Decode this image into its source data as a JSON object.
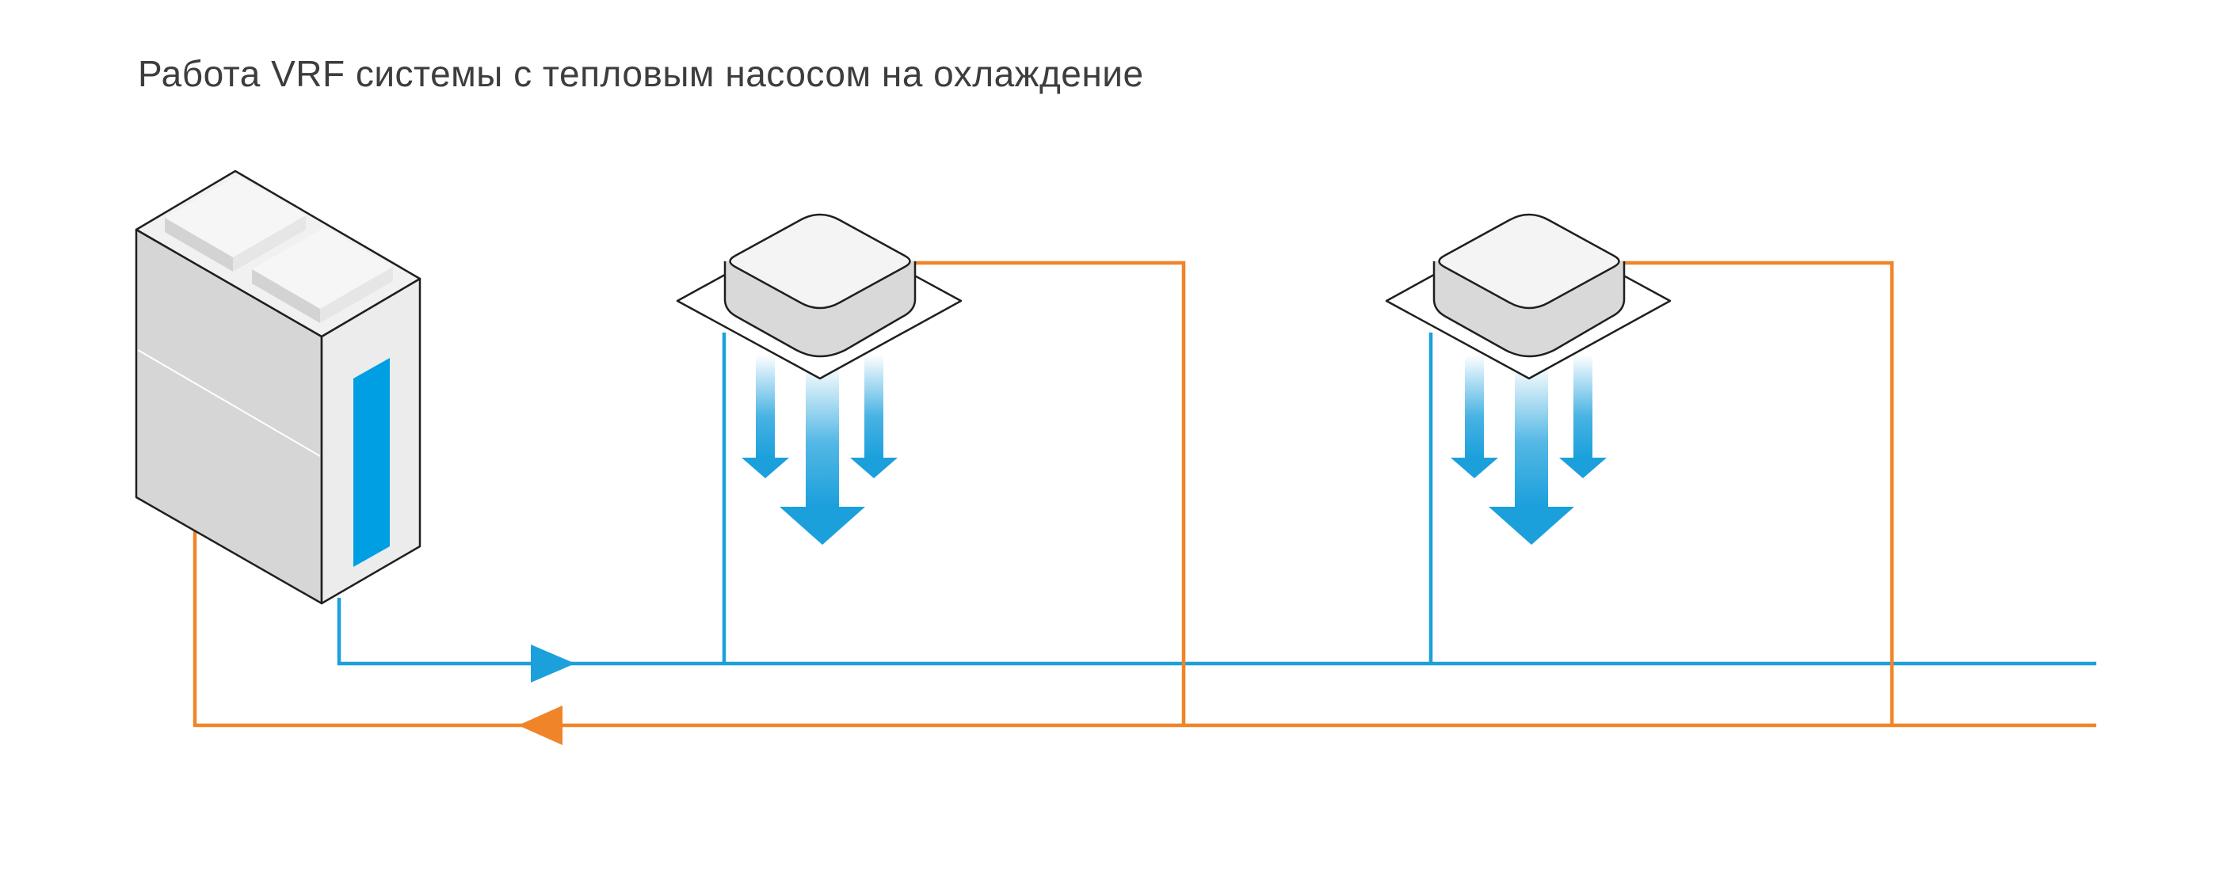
{
  "title": "Работа VRF системы с тепловым насосом на охлаждение",
  "colors": {
    "liquid_line": "#1ba0dc",
    "gas_line": "#f08428",
    "indoor_body": "#f4f4f4",
    "indoor_shade": "#d8d8d8",
    "outdoor_body": "#dcdcdc",
    "outdoor_panel": "#009fe3",
    "cold_air": "#1ba0dc"
  },
  "components": {
    "outdoor_unit": {
      "icon": "vrf-outdoor-unit-icon",
      "count": 1
    },
    "indoor_units": {
      "icon": "cassette-indoor-unit-icon",
      "count": 2
    },
    "airflow": {
      "icon": "cold-air-arrows-icon",
      "direction": "down"
    },
    "liquid_line_flow": {
      "icon": "triangle-right-icon",
      "direction": "right"
    },
    "gas_line_flow": {
      "icon": "triangle-left-icon",
      "direction": "left"
    }
  }
}
